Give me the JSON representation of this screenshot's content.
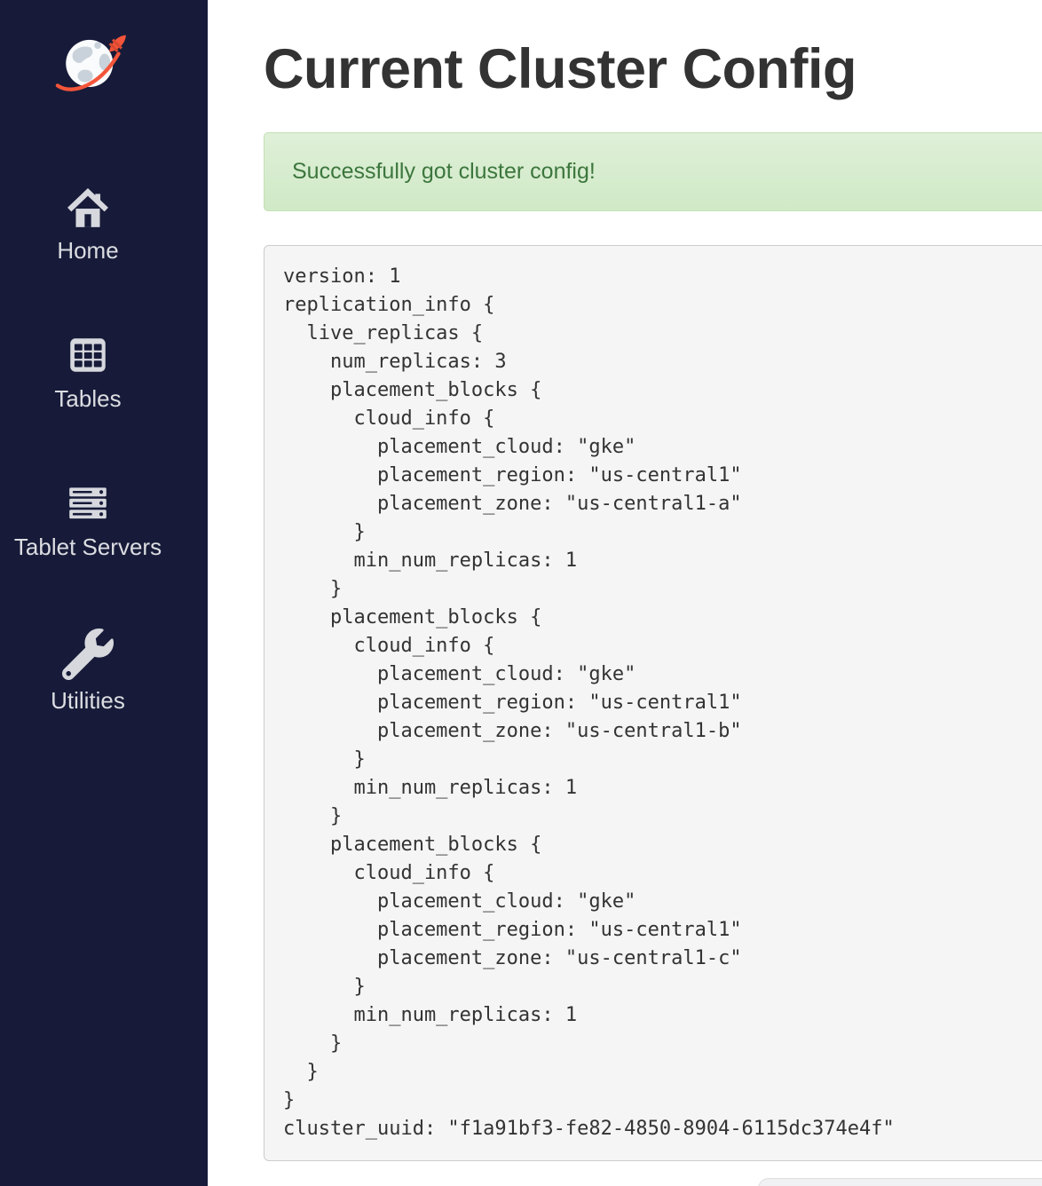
{
  "sidebar": {
    "colors": {
      "background": "#171b39",
      "text": "#dcdde2",
      "icon": "#d6d8de",
      "logo_orange": "#f4553a"
    },
    "logo": {
      "icon": "globe-rocket-logo"
    },
    "items": [
      {
        "label": "Home",
        "icon": "home-icon"
      },
      {
        "label": "Tables",
        "icon": "table-grid-icon"
      },
      {
        "label": "Tablet Servers",
        "icon": "server-stack-icon"
      },
      {
        "label": "Utilities",
        "icon": "wrench-icon"
      }
    ]
  },
  "main": {
    "title": "Current Cluster Config",
    "alert": {
      "type": "success",
      "message": "Successfully got cluster config!",
      "background": "#dff0d8",
      "border_color": "#c5e0b4",
      "text_color": "#3c763d"
    },
    "config": {
      "version": "1",
      "num_replicas": "3",
      "placement_cloud": "gke",
      "placement_region": "us-central1",
      "placement_zones": [
        "us-central1-a",
        "us-central1-b",
        "us-central1-c"
      ],
      "min_num_replicas": "1",
      "cluster_uuid": "f1a91bf3-fe82-4850-8904-6115dc374e4f",
      "text": "version: 1\nreplication_info {\n  live_replicas {\n    num_replicas: 3\n    placement_blocks {\n      cloud_info {\n        placement_cloud: \"gke\"\n        placement_region: \"us-central1\"\n        placement_zone: \"us-central1-a\"\n      }\n      min_num_replicas: 1\n    }\n    placement_blocks {\n      cloud_info {\n        placement_cloud: \"gke\"\n        placement_region: \"us-central1\"\n        placement_zone: \"us-central1-b\"\n      }\n      min_num_replicas: 1\n    }\n    placement_blocks {\n      cloud_info {\n        placement_cloud: \"gke\"\n        placement_region: \"us-central1\"\n        placement_zone: \"us-central1-c\"\n      }\n      min_num_replicas: 1\n    }\n  }\n}\ncluster_uuid: \"f1a91bf3-fe82-4850-8904-6115dc374e4f\""
    }
  }
}
